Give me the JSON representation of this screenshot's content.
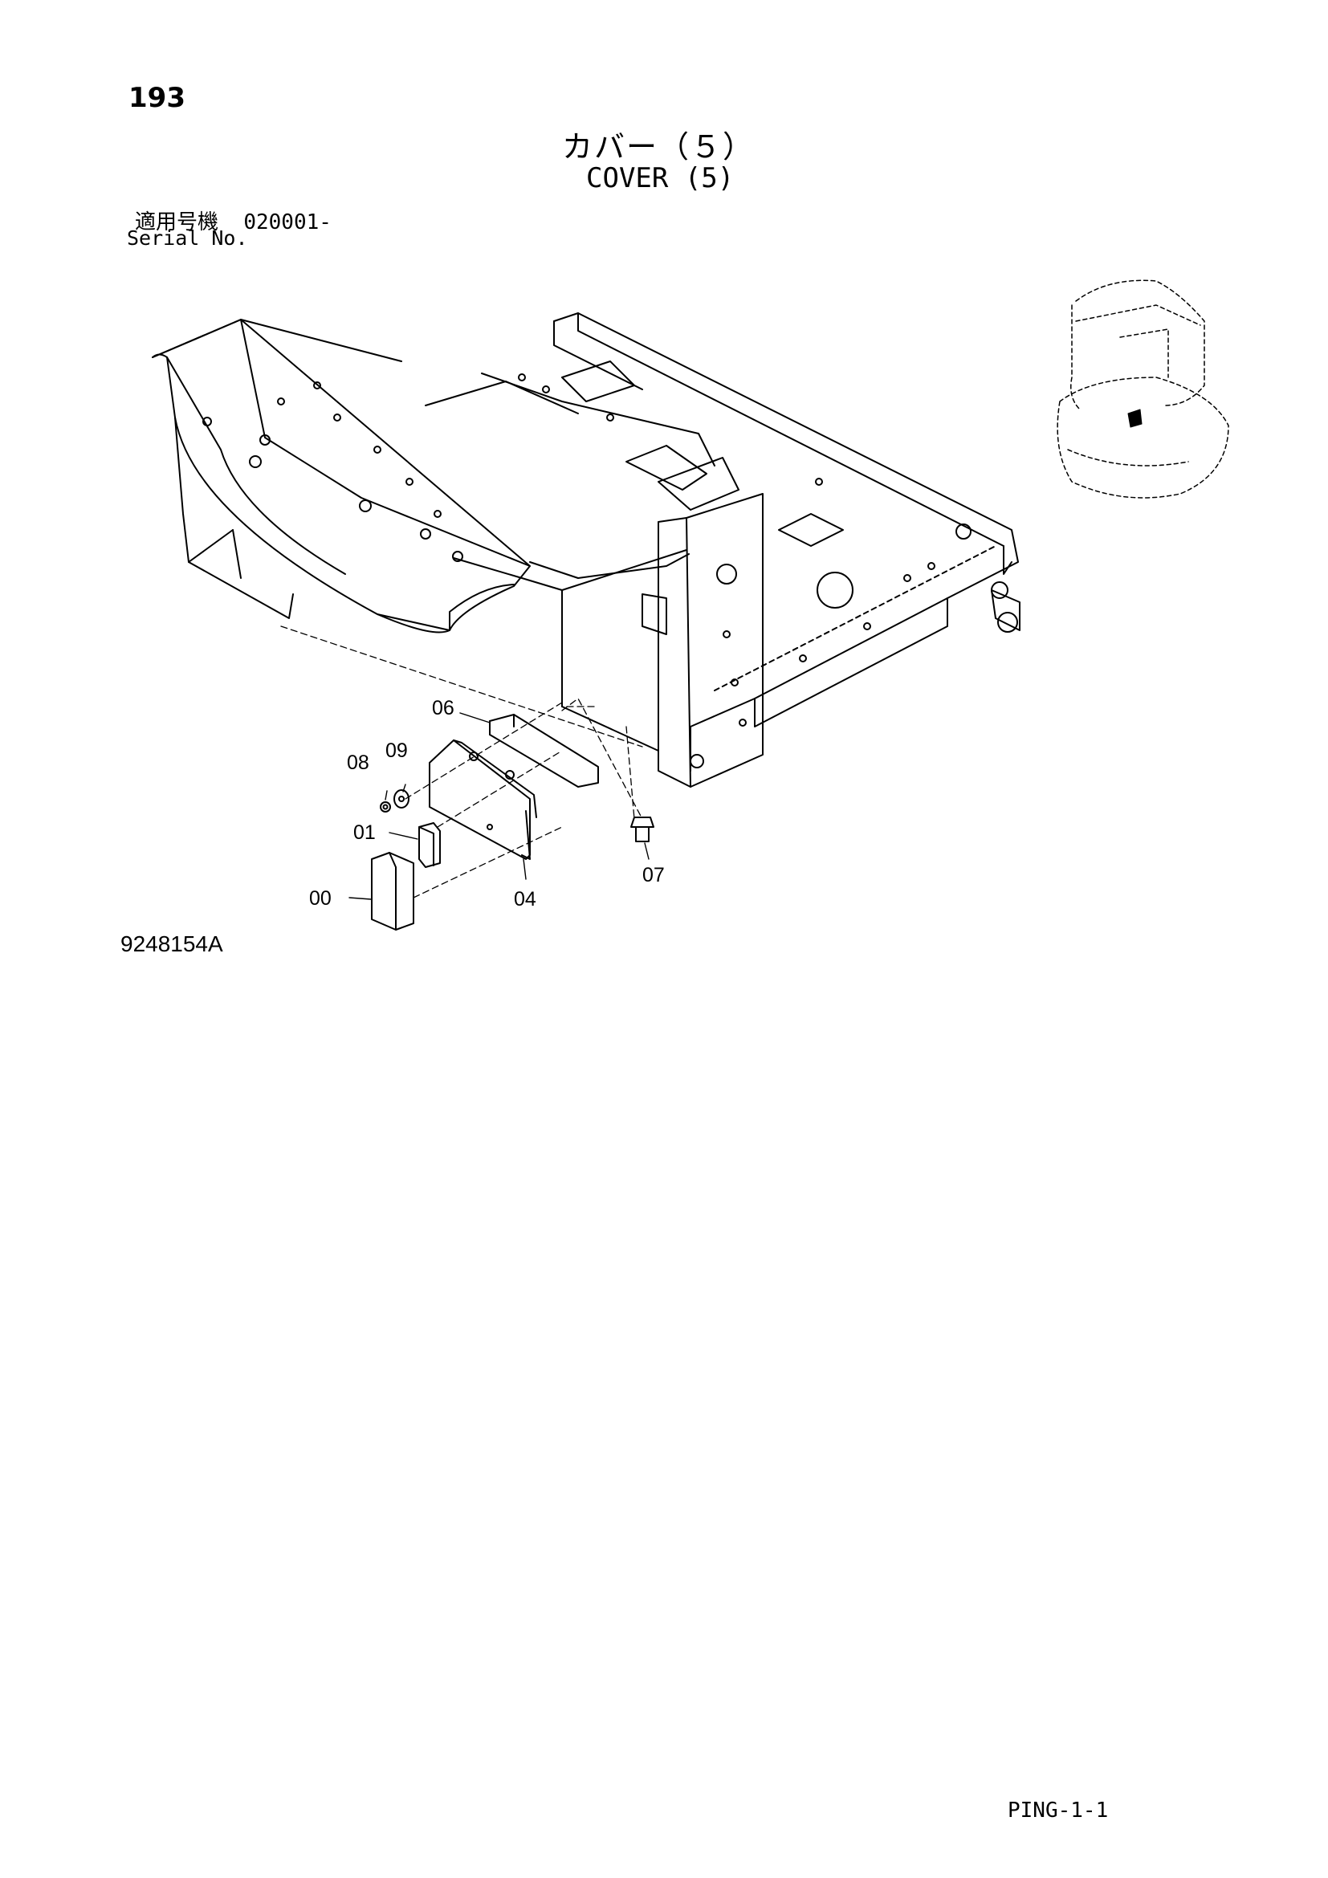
{
  "page_number": "193",
  "title_jp": "カバー（５）",
  "title_en": "COVER (5)",
  "serial": {
    "label_jp": "適用号機",
    "value": "020001-",
    "label_en": "Serial No."
  },
  "callouts": {
    "c00": "00",
    "c01": "01",
    "c04": "04",
    "c06": "06",
    "c07": "07",
    "c08": "08",
    "c09": "09"
  },
  "drawing_number": "9248154A",
  "footer_code": "PING-1-1"
}
